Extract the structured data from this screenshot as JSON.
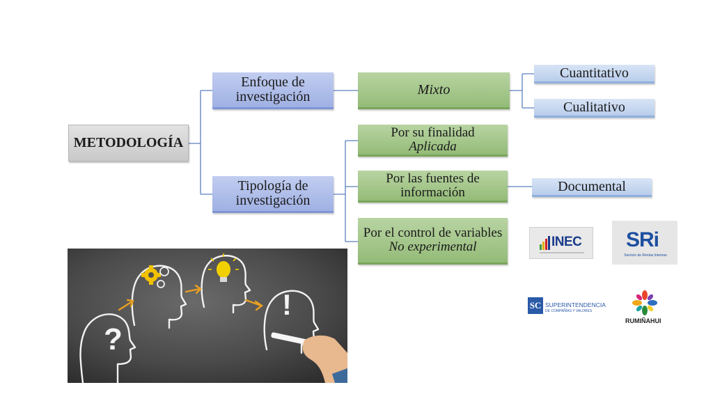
{
  "diagram": {
    "root": "METODOLOGÍA",
    "enfoque": "Enfoque de investigación",
    "tipologia": "Tipología de investigación",
    "mixto": "Mixto",
    "cuantitativo": "Cuantitativo",
    "cualitativo": "Cualitativo",
    "finalidad_label": "Por su finalidad",
    "finalidad_value": "Aplicada",
    "fuentes": "Por las fuentes de información",
    "documental": "Documental",
    "control_label": "Por el control de variables",
    "control_value": "No experimental"
  },
  "logos": {
    "inec": "INEC",
    "sri": "SRi",
    "sri_sub": "Servicio de Rentas Internas",
    "sc_mark": "SC",
    "sc_line1": "SUPERINTENDENCIA",
    "sc_line2": "DE COMPAÑÍAS Y VALORES",
    "rumi": "RUMIÑAHUI"
  },
  "colors": {
    "connector": "#5b7fbf",
    "blue_box": "#a9b9e8",
    "green_box": "#a3c48a",
    "light_blue_box": "#c8d8f0",
    "gray_box": "#d4d4d4"
  }
}
